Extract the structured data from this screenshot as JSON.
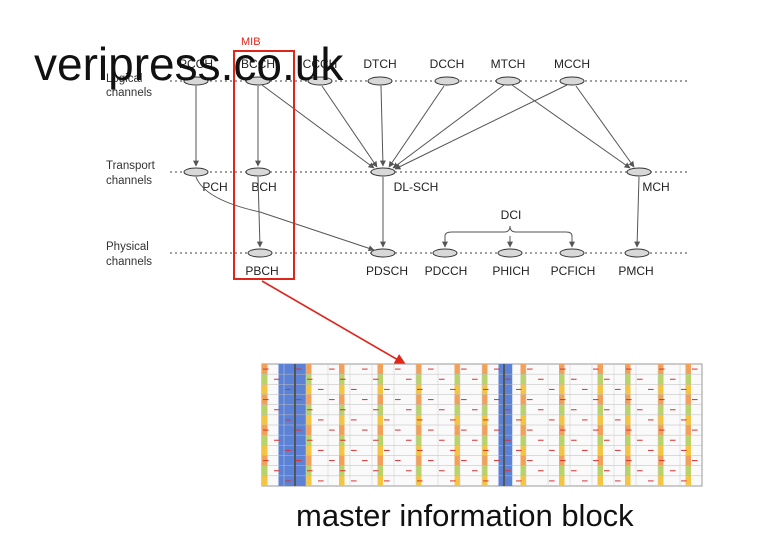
{
  "watermark": "veripress.co.uk",
  "mib_label": "MIB",
  "caption": "master information block",
  "rows": {
    "logical": [
      "Logical",
      "channels"
    ],
    "transport": [
      "Transport",
      "channels"
    ],
    "physical": [
      "Physical",
      "channels"
    ]
  },
  "logical_channels": [
    "PCCH",
    "BCCH",
    "CCCH",
    "DTCH",
    "DCCH",
    "MTCH",
    "MCCH"
  ],
  "transport_channels": [
    "PCH",
    "BCH",
    "DL-SCH",
    "MCH"
  ],
  "physical_channels": [
    "PBCH",
    "PDSCH",
    "PDCCH",
    "PHICH",
    "PCFICH",
    "PMCH"
  ],
  "dci_label": "DCI",
  "colors": {
    "highlight": "#e0251b",
    "arrow": "#555555",
    "node_fill": "#d8d8d8",
    "grid_blue": "#5b82d6",
    "grid_green": "#b7d36a",
    "grid_orange": "#f2a15a",
    "grid_red_dash": "#e03030"
  }
}
